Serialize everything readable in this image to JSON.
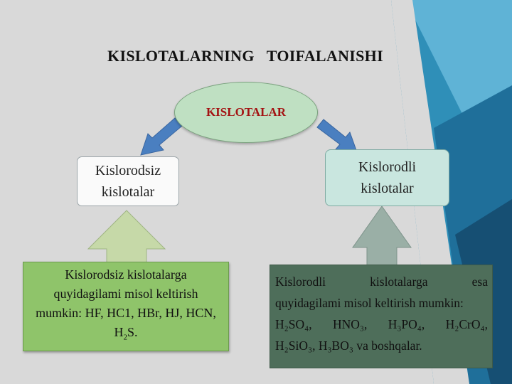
{
  "colors": {
    "ellipse": "#bfe0c2",
    "ellipse_text": "#a41313",
    "box_right": "#c9e6df",
    "panel_left": "#8fc46a",
    "panel_right": "#4e6e5a",
    "arrow_blue": "#4a7fc0"
  },
  "title": "KISLOTALARNING   TOIFALANISHI",
  "root": "KISLOTALAR",
  "left": {
    "label_line1": "Kislorodsiz",
    "label_line2": "kislotalar",
    "desc_line1": "Kislorodsiz kislotalarga",
    "desc_line2": "quyidagilami misol keltirish",
    "desc_line3": "mumkin: HF, HC1, HBr, HJ, HCN,",
    "desc_line4_a": "H",
    "desc_line4_sub": "2",
    "desc_line4_b": "S."
  },
  "right": {
    "label_line1": "Kislorodli",
    "label_line2": "kislotalar",
    "desc_line1": "Kislorodli kislotalarga esa",
    "desc_line2": "quyidagilami misol keltirish mumkin:",
    "formulas_line3": "H₂SO₄, HNO₃, H₃PO₄, H₂CrO₄,",
    "formulas_line4": "H₂SiO₃, H₃BO₃ va boshqalar."
  }
}
